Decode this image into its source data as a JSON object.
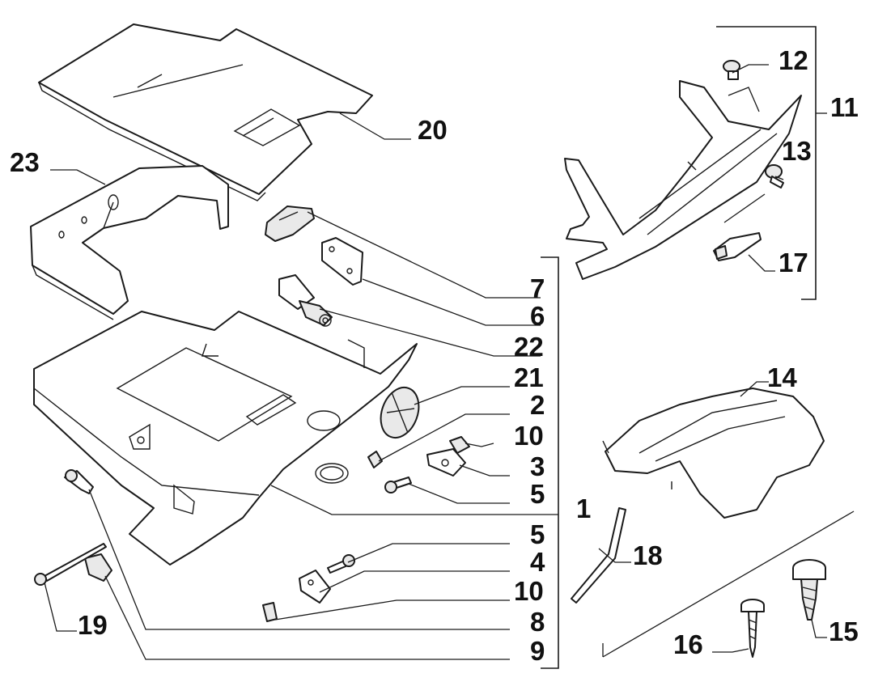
{
  "callouts": {
    "c20": "20",
    "c23": "23",
    "c12": "12",
    "c11": "11",
    "c13": "13",
    "c17": "17",
    "c7": "7",
    "c6": "6",
    "c22": "22",
    "c21": "21",
    "c2": "2",
    "c10a": "10",
    "c3": "3",
    "c5a": "5",
    "c1": "1",
    "c14": "14",
    "c5b": "5",
    "c4": "4",
    "c18": "18",
    "c10b": "10",
    "c8": "8",
    "c9": "9",
    "c19": "19",
    "c16": "16",
    "c15": "15"
  },
  "icons": [
    "bolt-icon",
    "screw-icon",
    "clip-icon",
    "hinge-icon",
    "lock-icon"
  ]
}
